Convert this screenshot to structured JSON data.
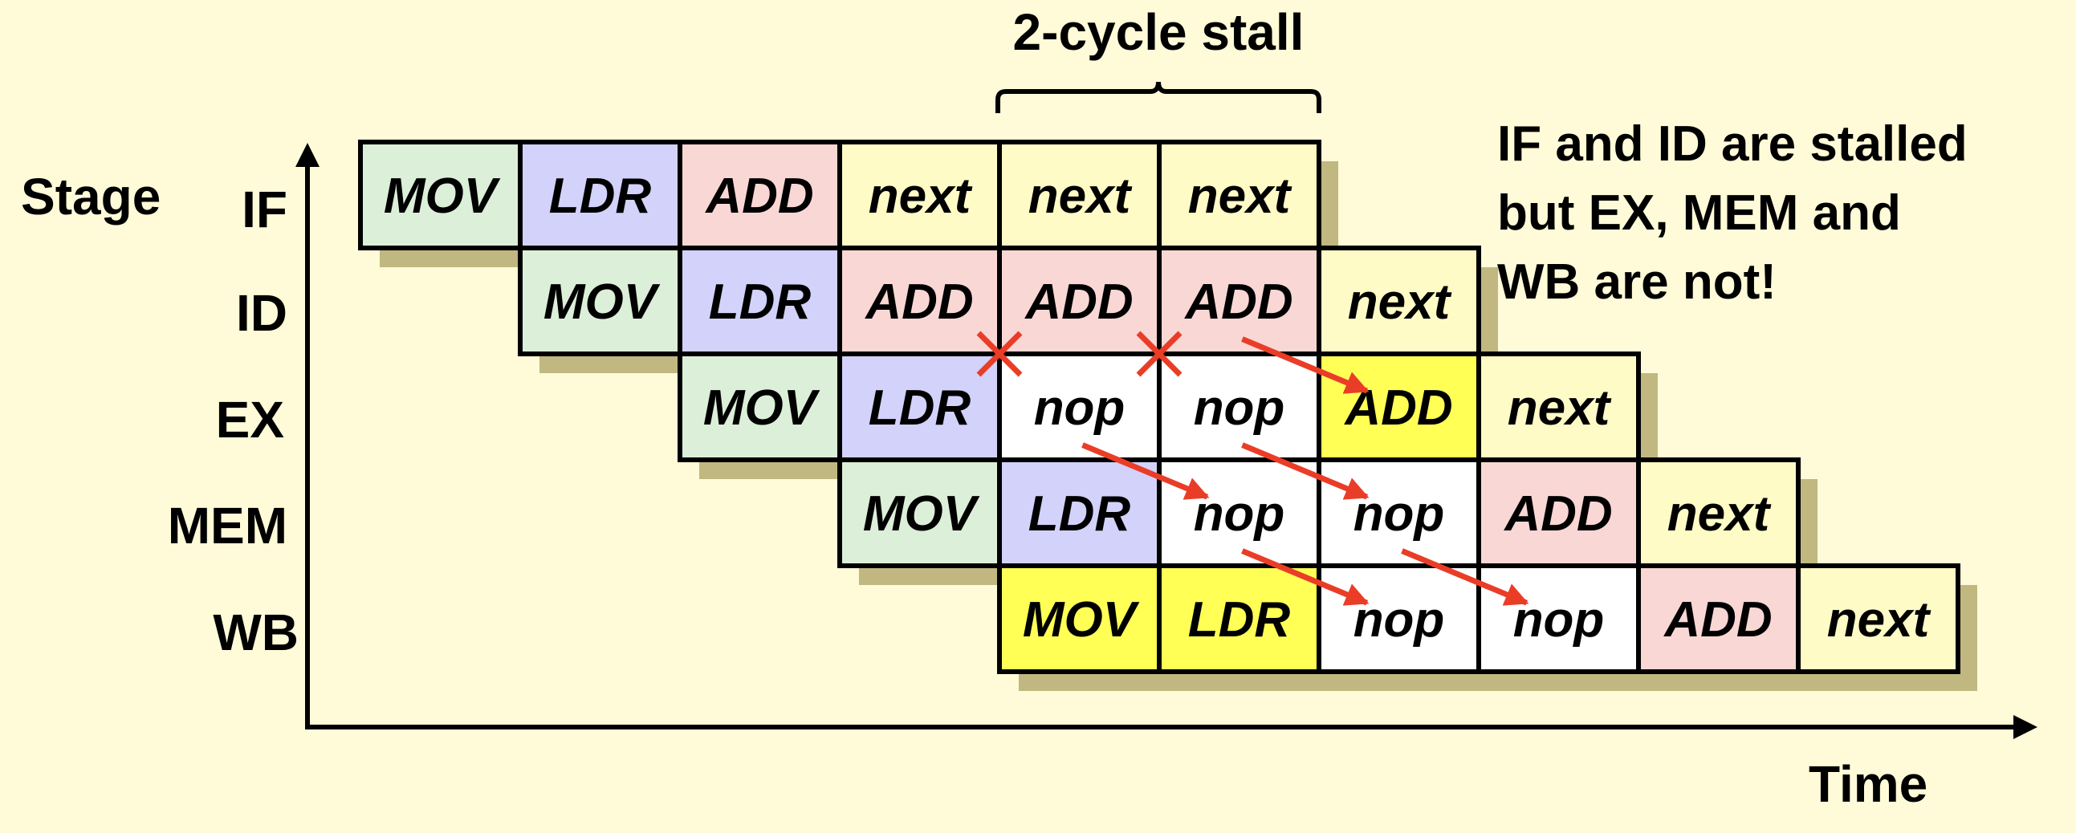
{
  "title": "2-cycle stall",
  "axis": {
    "y_label": "Stage",
    "x_label": "Time"
  },
  "stages": [
    "IF",
    "ID",
    "EX",
    "MEM",
    "WB"
  ],
  "note_lines": [
    "IF and ID are stalled",
    "but EX, MEM and",
    "WB are not!"
  ],
  "colors": {
    "background": "#fffbd8",
    "MOV": "#dcefd8",
    "LDR": "#d2d2fb",
    "ADD": "#f9d7d5",
    "next": "#fffbc6",
    "nop": "#ffffff",
    "highlight": "#ffff55",
    "arrow": "#ea3d27",
    "shadow": "#c0b880"
  },
  "pipeline": [
    [
      {
        "col": 0,
        "text": "MOV",
        "fill": "MOV"
      },
      {
        "col": 1,
        "text": "LDR",
        "fill": "LDR"
      },
      {
        "col": 2,
        "text": "ADD",
        "fill": "ADD"
      },
      {
        "col": 3,
        "text": "next",
        "fill": "next"
      },
      {
        "col": 4,
        "text": "next",
        "fill": "next"
      },
      {
        "col": 5,
        "text": "next",
        "fill": "next"
      }
    ],
    [
      {
        "col": 1,
        "text": "MOV",
        "fill": "MOV"
      },
      {
        "col": 2,
        "text": "LDR",
        "fill": "LDR"
      },
      {
        "col": 3,
        "text": "ADD",
        "fill": "ADD"
      },
      {
        "col": 4,
        "text": "ADD",
        "fill": "ADD"
      },
      {
        "col": 5,
        "text": "ADD",
        "fill": "ADD"
      },
      {
        "col": 6,
        "text": "next",
        "fill": "next"
      }
    ],
    [
      {
        "col": 2,
        "text": "MOV",
        "fill": "MOV"
      },
      {
        "col": 3,
        "text": "LDR",
        "fill": "LDR"
      },
      {
        "col": 4,
        "text": "nop",
        "fill": "nop"
      },
      {
        "col": 5,
        "text": "nop",
        "fill": "nop"
      },
      {
        "col": 6,
        "text": "ADD",
        "fill": "highlight"
      },
      {
        "col": 7,
        "text": "next",
        "fill": "next"
      }
    ],
    [
      {
        "col": 3,
        "text": "MOV",
        "fill": "MOV"
      },
      {
        "col": 4,
        "text": "LDR",
        "fill": "LDR"
      },
      {
        "col": 5,
        "text": "nop",
        "fill": "nop"
      },
      {
        "col": 6,
        "text": "nop",
        "fill": "nop"
      },
      {
        "col": 7,
        "text": "ADD",
        "fill": "ADD"
      },
      {
        "col": 8,
        "text": "next",
        "fill": "next"
      }
    ],
    [
      {
        "col": 4,
        "text": "MOV",
        "fill": "highlight"
      },
      {
        "col": 5,
        "text": "LDR",
        "fill": "highlight"
      },
      {
        "col": 6,
        "text": "nop",
        "fill": "nop"
      },
      {
        "col": 7,
        "text": "nop",
        "fill": "nop"
      },
      {
        "col": 8,
        "text": "ADD",
        "fill": "ADD"
      },
      {
        "col": 9,
        "text": "next",
        "fill": "next"
      }
    ]
  ],
  "arrows": [
    {
      "from": [
        1,
        5
      ],
      "to": [
        2,
        6
      ]
    },
    {
      "from": [
        2,
        4
      ],
      "to": [
        3,
        5
      ]
    },
    {
      "from": [
        2,
        5
      ],
      "to": [
        3,
        6
      ]
    },
    {
      "from": [
        3,
        5
      ],
      "to": [
        4,
        6
      ]
    },
    {
      "from": [
        3,
        6
      ],
      "to": [
        4,
        7
      ]
    }
  ],
  "crosses": [
    {
      "row_boundary": 2,
      "col_boundary": 4
    },
    {
      "row_boundary": 2,
      "col_boundary": 5
    }
  ]
}
